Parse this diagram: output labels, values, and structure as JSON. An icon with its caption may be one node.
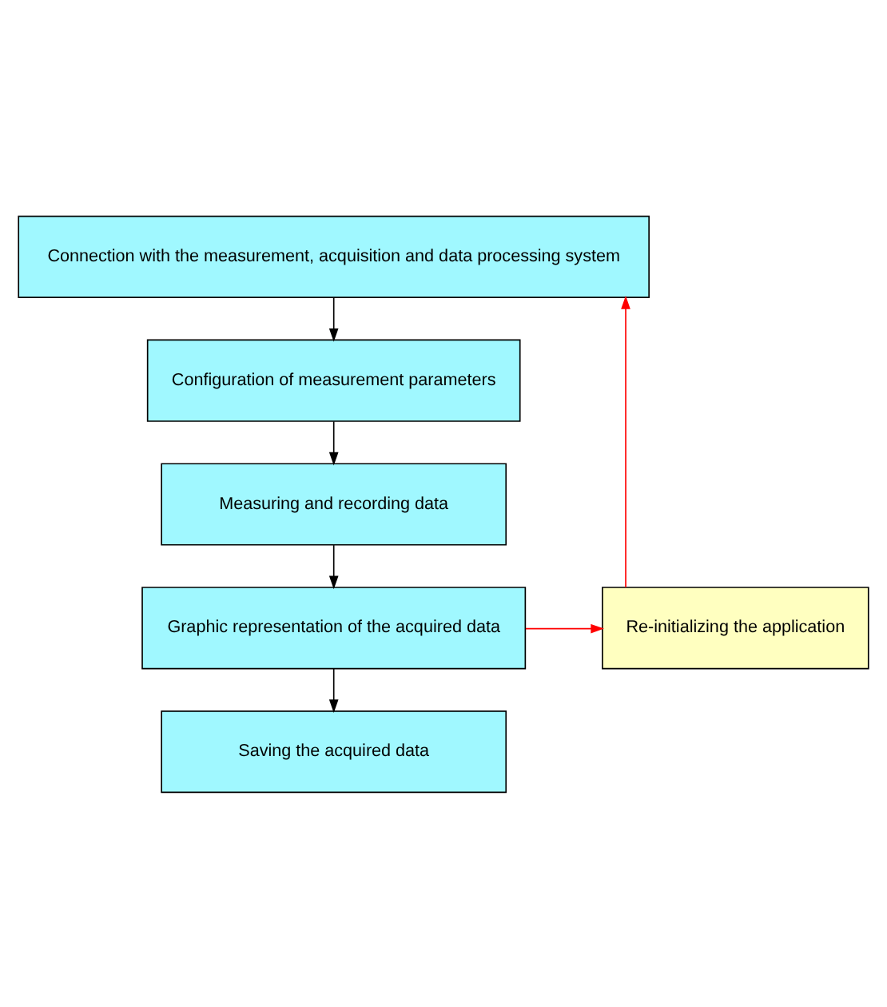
{
  "diagram": {
    "nodes": [
      {
        "text": [
          "Connection with the measurement, acquisition and data processing system"
        ]
      },
      {
        "text": [
          "Configuration of measurement parameters"
        ]
      },
      {
        "text": [
          "Measuring and recording data"
        ]
      },
      {
        "text": [
          "Graphic representation of the acquired data"
        ]
      },
      {
        "text": [
          "Saving the acquired data"
        ]
      },
      {
        "text": [
          "Re-initializing the application"
        ]
      }
    ],
    "edges": [
      {
        "from": 0,
        "to": 1,
        "arrow": "to"
      },
      {
        "from": 1,
        "to": 2,
        "arrow": "to"
      },
      {
        "from": 2,
        "to": 3,
        "arrow": "to"
      },
      {
        "from": 3,
        "to": 4,
        "arrow": "to"
      },
      {
        "from": 3,
        "to": 5,
        "arrow": "to",
        "color": "#ff0000"
      },
      {
        "from": 5,
        "to": 0,
        "arrow": "to",
        "color": "#ff0000"
      }
    ]
  }
}
